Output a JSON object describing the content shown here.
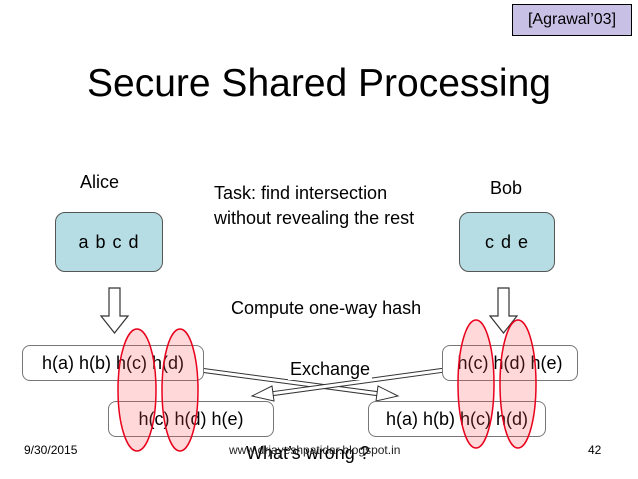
{
  "citation": "[Agrawal’03]",
  "title": "Secure Shared Processing",
  "alice": {
    "label": "Alice",
    "set": "a  b  c  d"
  },
  "bob": {
    "label": "Bob",
    "set": "c  d  e"
  },
  "task": "Task: find intersection\nwithout revealing the rest",
  "compute_label": "Compute one-way hash",
  "exchange_label": "Exchange",
  "alice_hashes": "h(a) h(b) h(c) h(d)",
  "bob_hashes": "h(c) h(d) h(e)",
  "bob_received": "h(a) h(b) h(c) h(d)",
  "alice_received": "h(c) h(d) h(e)",
  "question": "What’s wrong ?",
  "footer": {
    "date": "9/30/2015",
    "url": "www.drjayeshpatidar.blogspot.in",
    "page": "42"
  },
  "colors": {
    "set_box": "#b5dde3",
    "citation_bg": "#c9c0e6",
    "highlight": "#ff4d4d"
  }
}
